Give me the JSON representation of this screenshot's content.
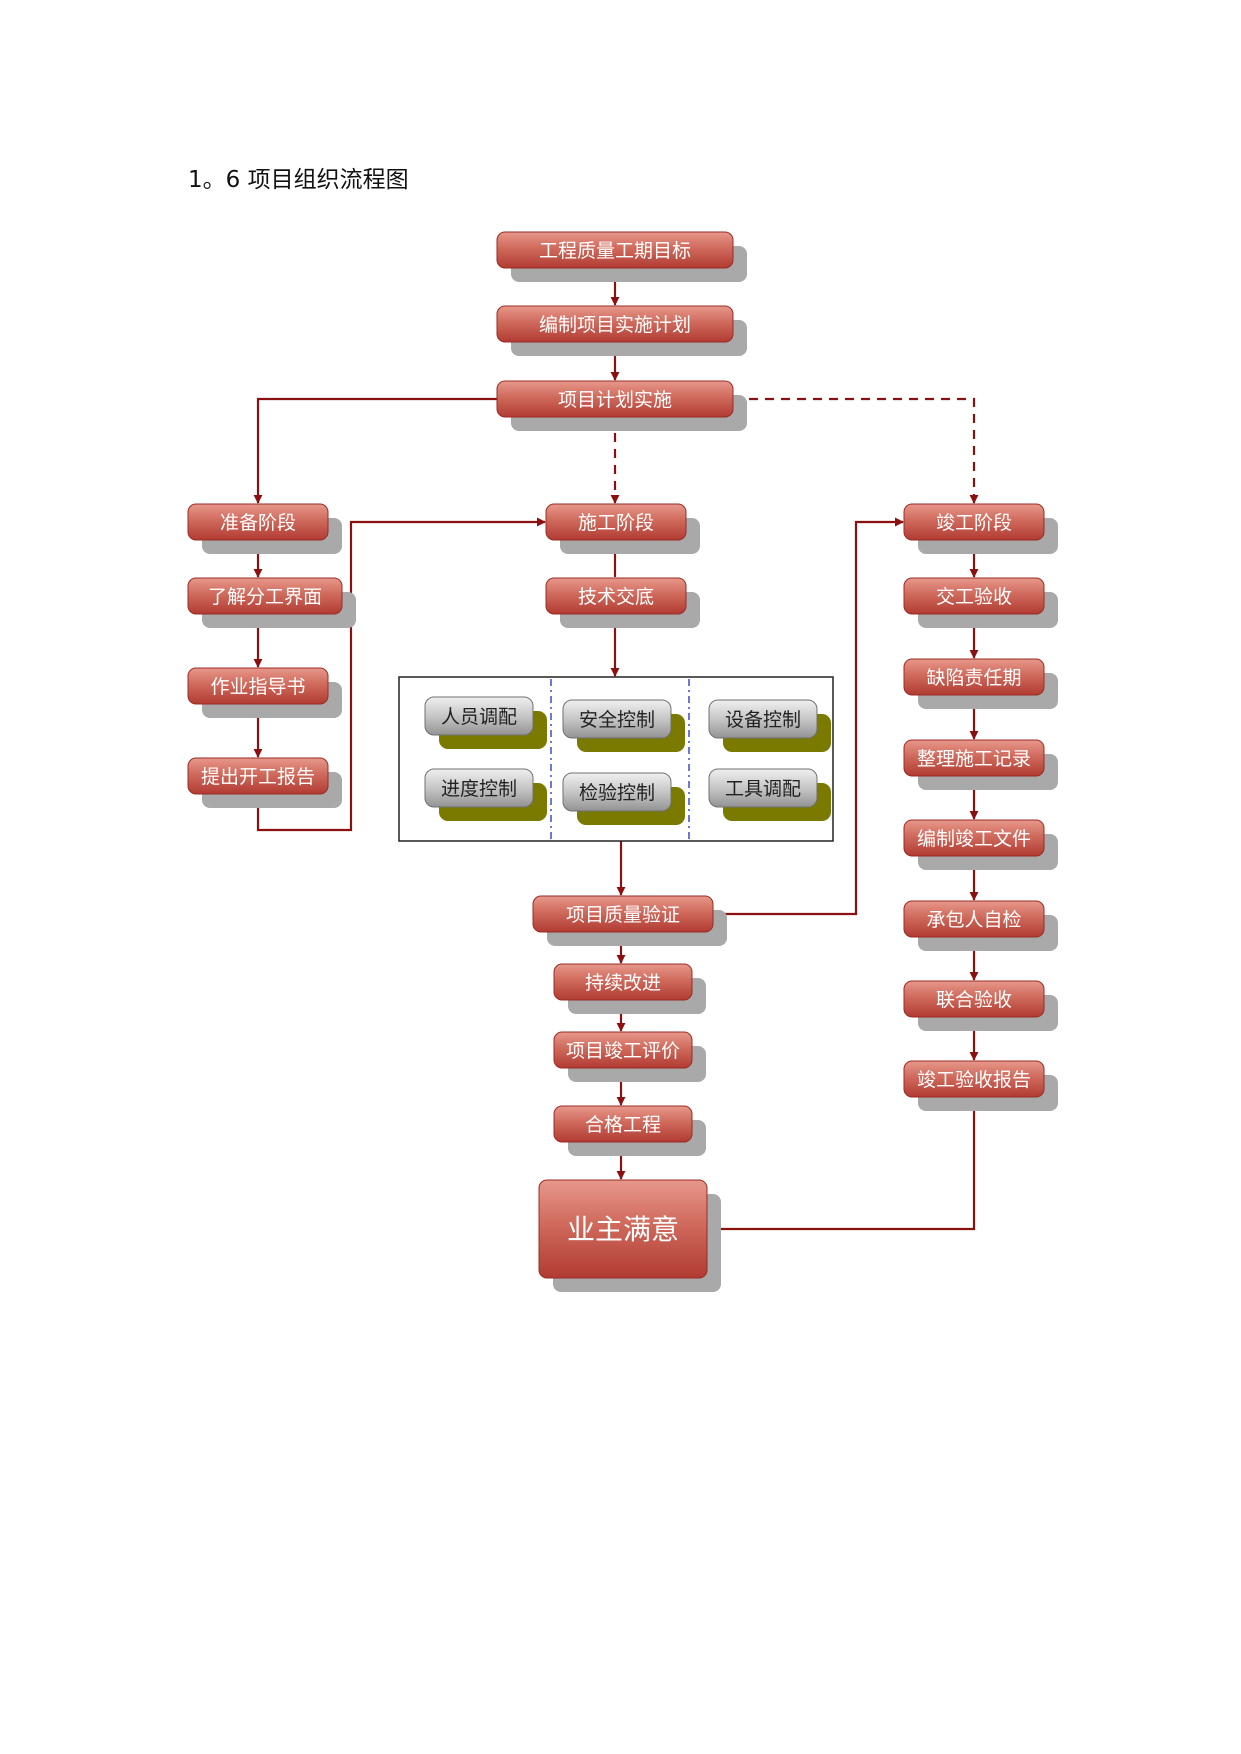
{
  "heading": "1。6 项目组织流程图",
  "colors": {
    "node_fill_top": "#d97a6c",
    "node_fill_bottom": "#b4433a",
    "node_shadow": "#a9a9a9",
    "sub_fill_top": "#e4e4e4",
    "sub_fill_bottom": "#9b9b9b",
    "sub_shadow": "#7a7a00",
    "arrow": "#8b1010",
    "divider": "#2030c0"
  },
  "flow": {
    "main_column": [
      "工程质量工期目标",
      "编制项目实施计划",
      "项目计划实施"
    ],
    "left_column": [
      "准备阶段",
      "了解分工界面",
      "作业指导书",
      "提出开工报告"
    ],
    "center_column": [
      "施工阶段",
      "技术交底"
    ],
    "control_box": [
      "人员调配",
      "安全控制",
      "设备控制",
      "进度控制",
      "检验控制",
      "工具调配"
    ],
    "center_lower": [
      "项目质量验证",
      "持续改进",
      "项目竣工评价",
      "合格工程"
    ],
    "final": "业主满意",
    "right_column": [
      "竣工阶段",
      "交工验收",
      "缺陷责任期",
      "整理施工记录",
      "编制竣工文件",
      "承包人自检",
      "联合验收",
      "竣工验收报告"
    ]
  }
}
